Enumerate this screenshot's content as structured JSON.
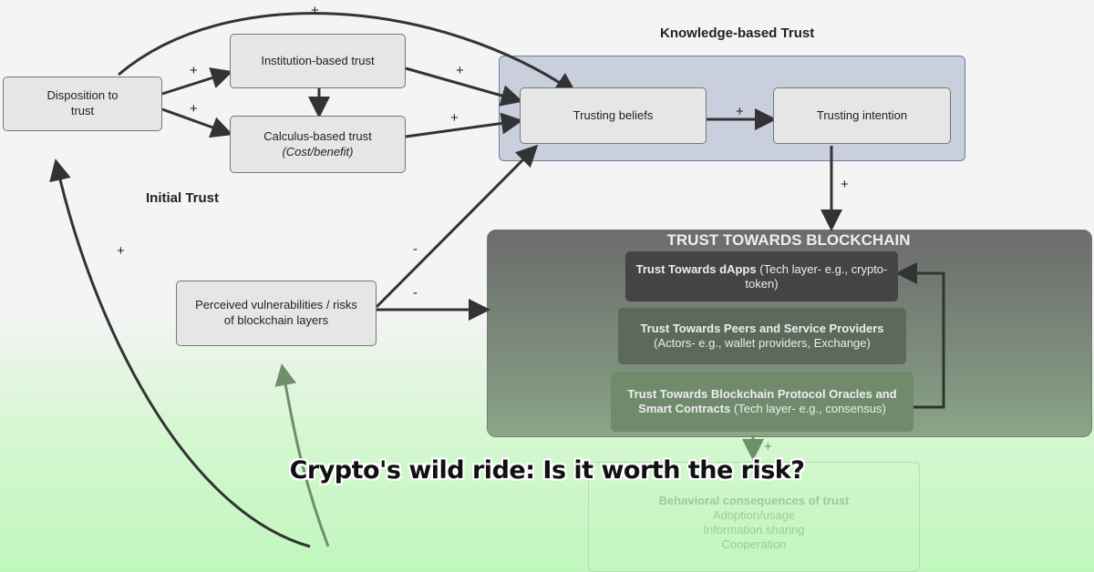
{
  "diagram": {
    "labels": {
      "knowledge_trust": "Knowledge-based Trust",
      "initial_trust": "Initial Trust"
    },
    "boxes": {
      "disposition": "Disposition to trust",
      "institution": "Institution-based trust",
      "calculus": "Calculus-based trust",
      "calculus_sub": "(Cost/benefit)",
      "beliefs": "Trusting beliefs",
      "intention": "Trusting intention",
      "vulnerabilities": "Perceived vulnerabilities / risks of blockchain layers"
    },
    "blockchain": {
      "title": "TRUST TOWARDS BLOCKCHAIN",
      "layers": [
        {
          "bold": "Trust Towards dApps",
          "rest": "(Tech layer- e.g., crypto-token)"
        },
        {
          "bold": "Trust Towards  Peers and Service Providers",
          "rest": "(Actors- e.g., wallet providers, Exchange)"
        },
        {
          "bold": "Trust Towards Blockchain Protocol Oracles and Smart Contracts",
          "rest": "(Tech layer- e.g., consensus)"
        }
      ]
    },
    "consequences": {
      "title": "Behavioral consequences of trust",
      "items": [
        "Adoption/usage",
        "Information sharing",
        "Cooperation"
      ]
    },
    "signs": {
      "plus": "+",
      "minus": "-"
    }
  },
  "headline": "Crypto's wild ride: Is it worth the risk?"
}
